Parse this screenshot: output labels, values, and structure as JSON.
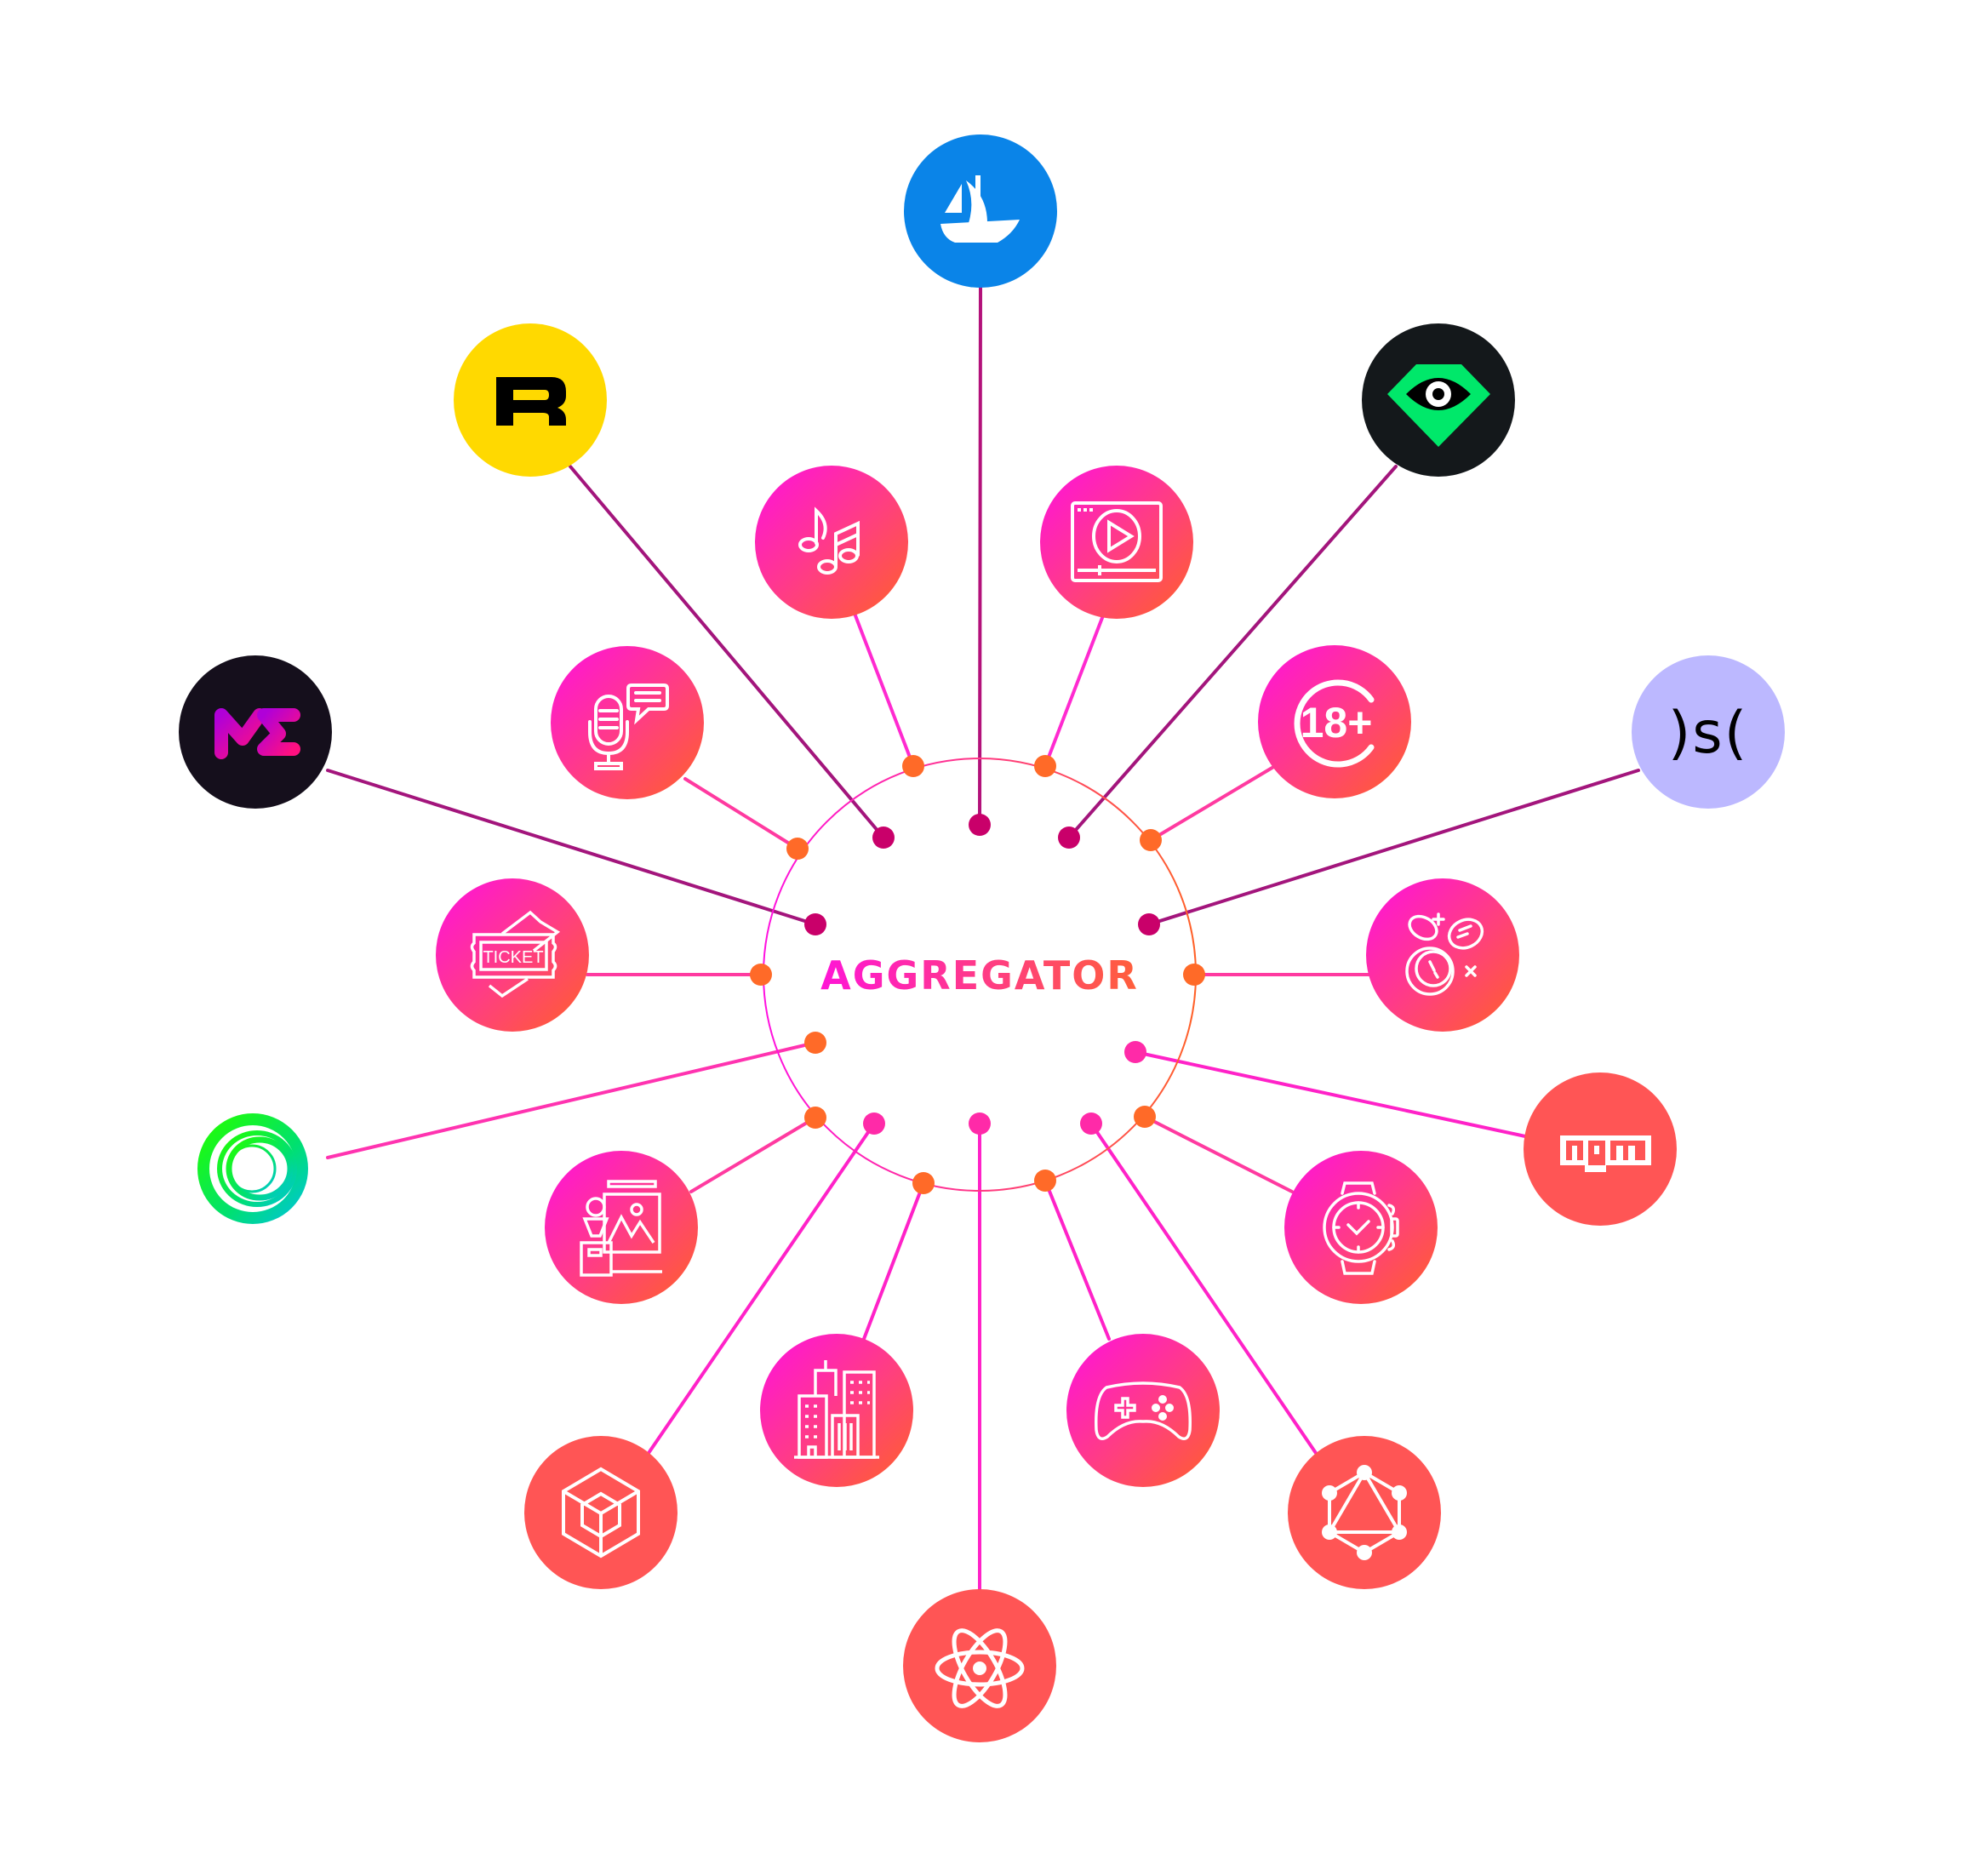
{
  "hub": {
    "title": "AGGREGATOR",
    "gradient_start": "#ff1adf",
    "gradient_end": "#ff5e3a"
  },
  "colors": {
    "dark_link": "#c9006a",
    "orange_dot": "#ff6a28",
    "pink_dot": "#ff2aa8",
    "coral": "#ff5555"
  },
  "platforms": [
    {
      "id": "opensea",
      "icon": "ship-icon",
      "bg": "#0a84e8"
    },
    {
      "id": "rarible",
      "icon": "r-letter-icon",
      "label": "R",
      "bg": "#ffd900"
    },
    {
      "id": "gem",
      "icon": "gem-eye-icon",
      "bg": "#14181b"
    },
    {
      "id": "magic-eden",
      "icon": "me-logo-icon",
      "label": "ME",
      "bg": "#150f1c"
    },
    {
      "id": "sudoswap",
      "icon": "sudo-logo-icon",
      "label": ")s(",
      "bg": "#bcb8ff"
    },
    {
      "id": "swirl",
      "icon": "green-swirl-icon",
      "bg": "#22e31a"
    },
    {
      "id": "npm",
      "icon": "npm-icon",
      "label": "npm",
      "bg": "#ff5555"
    },
    {
      "id": "cube",
      "icon": "cube-icon",
      "bg": "#ff5555"
    },
    {
      "id": "react",
      "icon": "react-atom-icon",
      "bg": "#ff5555"
    },
    {
      "id": "graphql",
      "icon": "graphql-icon",
      "bg": "#ff5555"
    }
  ],
  "categories": [
    {
      "id": "music",
      "icon": "music-notes-icon"
    },
    {
      "id": "video",
      "icon": "video-player-icon"
    },
    {
      "id": "podcast",
      "icon": "microphone-chat-icon"
    },
    {
      "id": "adult",
      "icon": "eighteen-plus-icon",
      "label": "18+"
    },
    {
      "id": "ticket",
      "icon": "ticket-icon",
      "label": "TICKET"
    },
    {
      "id": "coins",
      "icon": "coins-icon"
    },
    {
      "id": "art",
      "icon": "art-gallery-icon"
    },
    {
      "id": "watch",
      "icon": "watch-icon"
    },
    {
      "id": "real-estate",
      "icon": "buildings-icon"
    },
    {
      "id": "gaming",
      "icon": "gamepad-icon"
    }
  ]
}
